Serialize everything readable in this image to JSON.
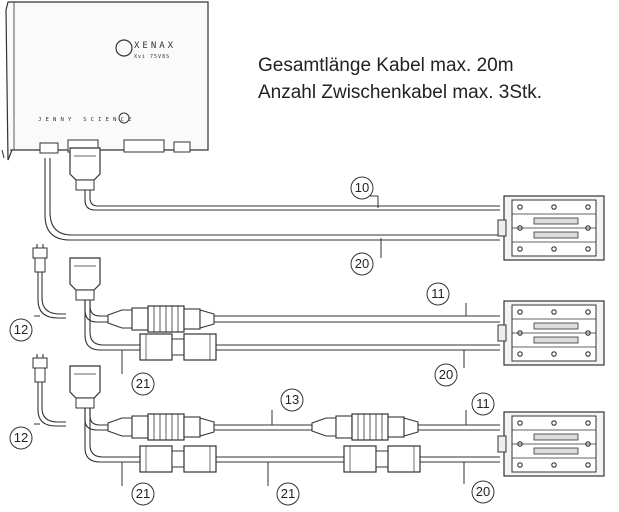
{
  "notes": {
    "total_length": "Gesamtlänge Kabel max. 20m",
    "intermediate_count": "Anzahl Zwischenkabel max. 3Stk."
  },
  "controller": {
    "brand_line1": "XENAX",
    "brand_line2": "Xvi 75V8S",
    "maker": "JENNY SCIENCE"
  },
  "callouts": {
    "c10": "10",
    "c20a": "20",
    "c11a": "11",
    "c12a": "12",
    "c21a": "21",
    "c20b": "20",
    "c13": "13",
    "c11b": "11",
    "c12b": "12",
    "c21b": "21",
    "c21c": "21",
    "c20c": "20"
  },
  "colors": {
    "line": "#333333",
    "text": "#222222"
  }
}
